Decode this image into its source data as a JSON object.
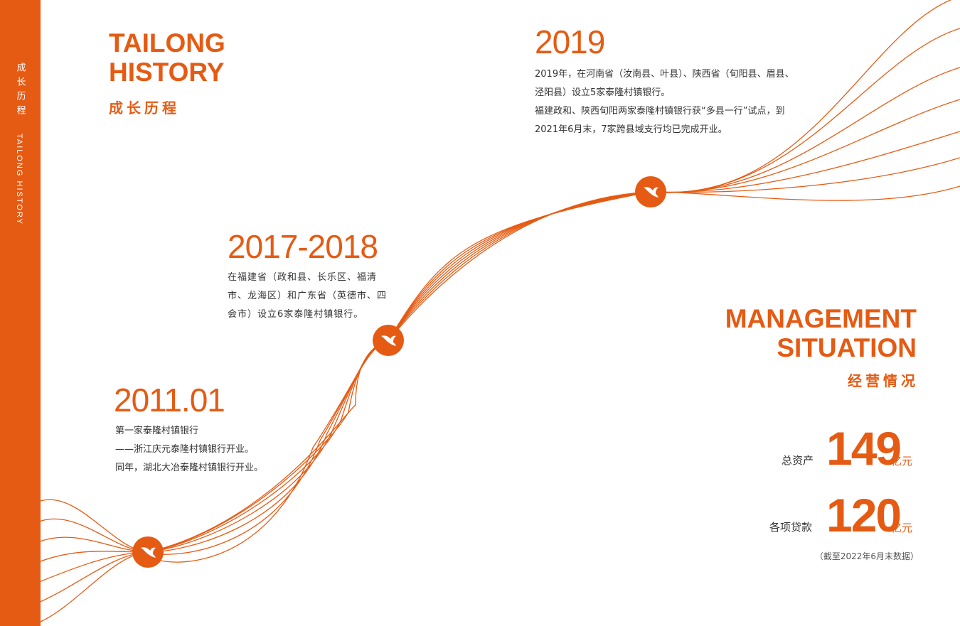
{
  "sidebar": {
    "title_cn": "成长历程",
    "title_en": "TAILONG HISTORY"
  },
  "history_heading": {
    "line1": "TAILONG",
    "line2": "HISTORY",
    "cn": "成长历程"
  },
  "milestones": [
    {
      "year": "2011.01",
      "lines": [
        "第一家泰隆村镇银行",
        "——浙江庆元泰隆村镇银行开业。",
        "同年，湖北大冶泰隆村镇银行开业。"
      ]
    },
    {
      "year": "2017-2018",
      "lines": [
        "在福建省（政和县、长乐区、福清",
        "市、龙海区）和广东省（英德市、四",
        "会市）设立6家泰隆村镇银行。"
      ]
    },
    {
      "year": "2019",
      "lines": [
        "2019年，在河南省（汝南县、叶县）、陕西省（旬阳县、眉县、",
        "泾阳县）设立5家泰隆村镇银行。",
        "福建政和、陕西旬阳两家泰隆村镇银行获“多县一行”试点，到",
        "2021年6月末，7家跨县域支行均已完成开业。"
      ]
    }
  ],
  "management_heading": {
    "line1": "MANAGEMENT",
    "line2": "SITUATION",
    "cn": "经营情况"
  },
  "stats": [
    {
      "label": "总资产",
      "value": "149",
      "unit": "亿元"
    },
    {
      "label": "各项贷款",
      "value": "120",
      "unit": "亿元"
    }
  ],
  "footnote": "（截至2022年6月末数据）",
  "colors": {
    "accent": "#e55b13",
    "text": "#333333"
  },
  "icons": {
    "node": "bird-logo-icon"
  }
}
